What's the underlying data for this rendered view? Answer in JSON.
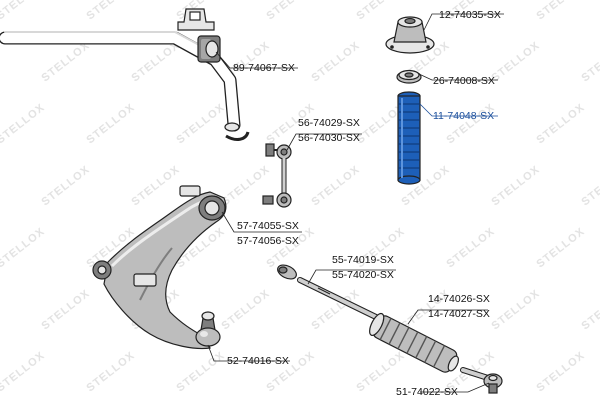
{
  "watermark": "STELLOX",
  "labels": {
    "p1": "12-74035-SX",
    "p2": "89-74067-SX",
    "p3": "26-74008-SX",
    "p4": "11-74048-SX",
    "p5a": "56-74029-SX",
    "p5b": "56-74030-SX",
    "p6a": "57-74055-SX",
    "p6b": "57-74056-SX",
    "p7a": "55-74019-SX",
    "p7b": "55-74020-SX",
    "p8a": "14-74026-SX",
    "p8b": "14-74027-SX",
    "p9": "52-74016-SX",
    "p10": "51-74022-SX"
  },
  "colors": {
    "highlight": "#1b4f9c",
    "part_blue": "#1d5fb8",
    "text": "#111111"
  }
}
